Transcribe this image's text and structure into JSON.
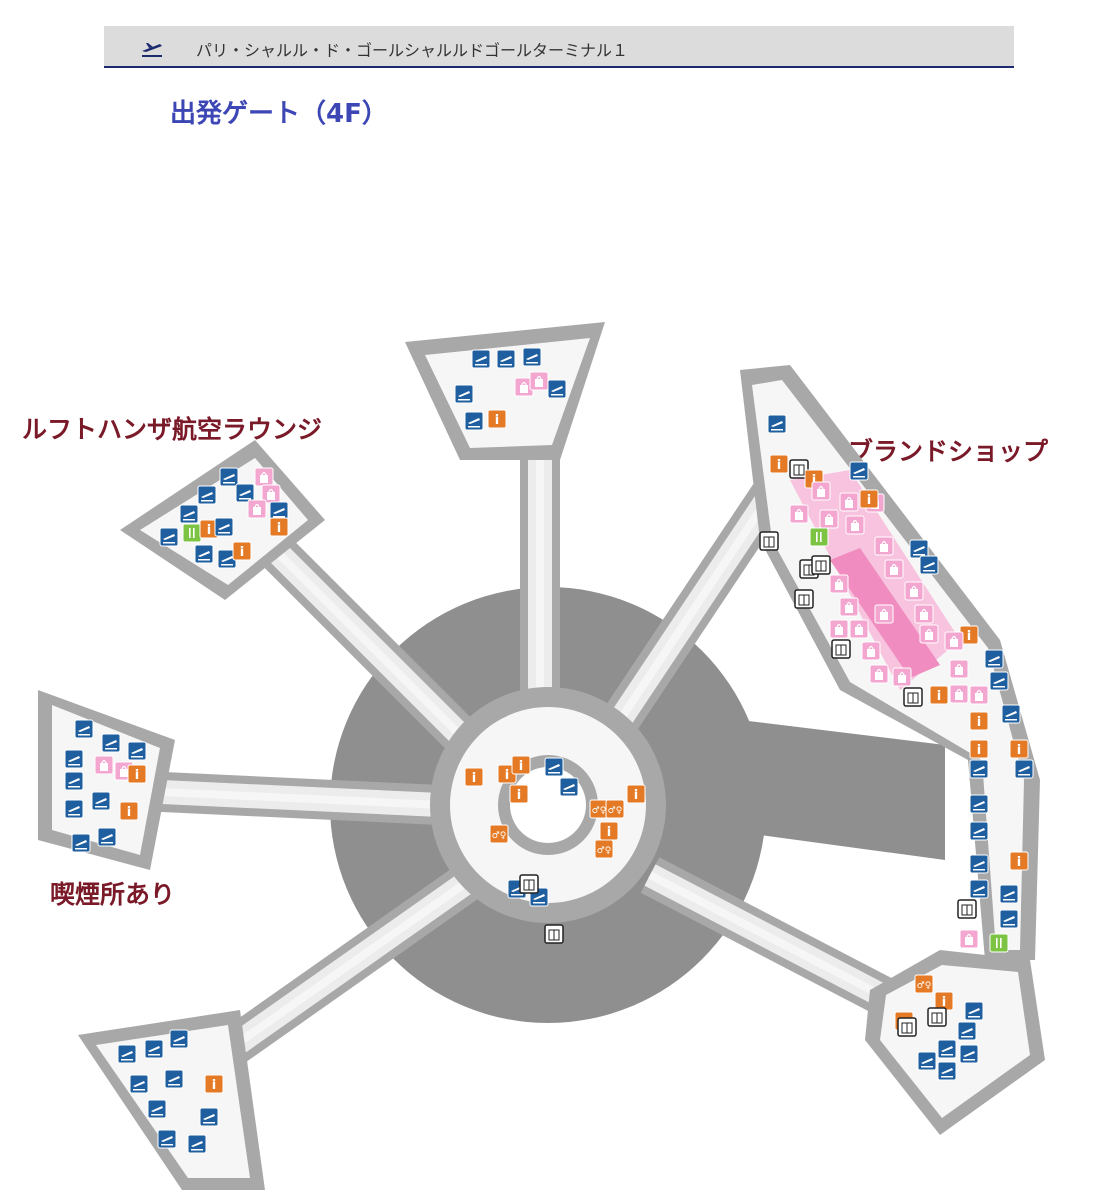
{
  "header": {
    "icon": "departure-plane-icon",
    "title": "パリ・シャルル・ド・ゴールシャルルドゴールターミナル１"
  },
  "floor_title": "出発ゲート（4F）",
  "callouts": {
    "lounge": "ルフトハンザ航空ラウンジ",
    "brand_shop": "ブランドショップ",
    "smoking": "喫煙所あり"
  },
  "colors": {
    "floor": "#8f8f8f",
    "pier": "#a8a8a8",
    "corridor": "#ececec",
    "walkway": "#f6f6f6",
    "gate_blue": "#1f5f9f",
    "service_orange": "#e47a26",
    "shop_pink": "#f3a6cf",
    "food_green": "#7dc444",
    "callout_red": "#7a1a28",
    "title_blue": "#3c46b4"
  },
  "legend_icons": {
    "gate": "departure-gate-icon",
    "shop": "shopping-bag-icon",
    "info": "information-icon",
    "restroom": "restroom-icon",
    "restaurant": "restaurant-icon",
    "elevator": "elevator-icon"
  },
  "info_glyph": "i",
  "restroom_glyph": "♂♀",
  "food_glyph": "🍴"
}
